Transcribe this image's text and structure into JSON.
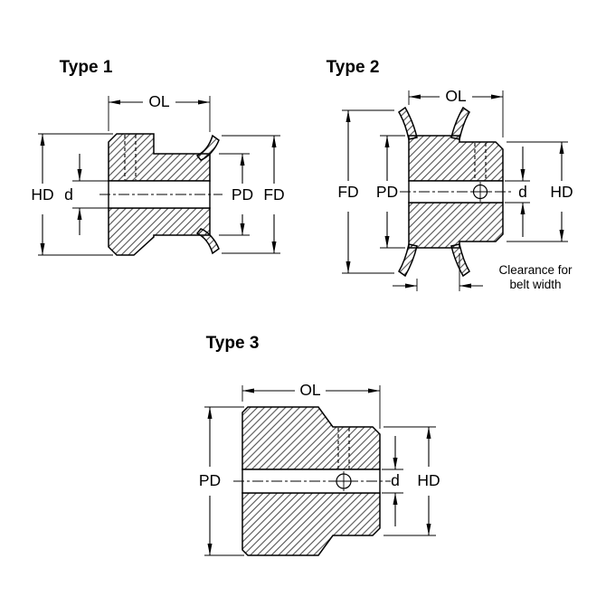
{
  "colors": {
    "title_blue": "#2222CC",
    "line_black": "#000000"
  },
  "type1": {
    "title": "Type 1",
    "labels": {
      "ol": "OL",
      "hd": "HD",
      "d": "d",
      "pd": "PD",
      "fd": "FD"
    }
  },
  "type2": {
    "title": "Type 2",
    "labels": {
      "ol": "OL",
      "fd": "FD",
      "pd": "PD",
      "d": "d",
      "hd": "HD"
    },
    "note": {
      "line1": "Clearance for",
      "line2": "belt width"
    }
  },
  "type3": {
    "title": "Type 3",
    "labels": {
      "ol": "OL",
      "pd": "PD",
      "d": "d",
      "hd": "HD"
    }
  }
}
